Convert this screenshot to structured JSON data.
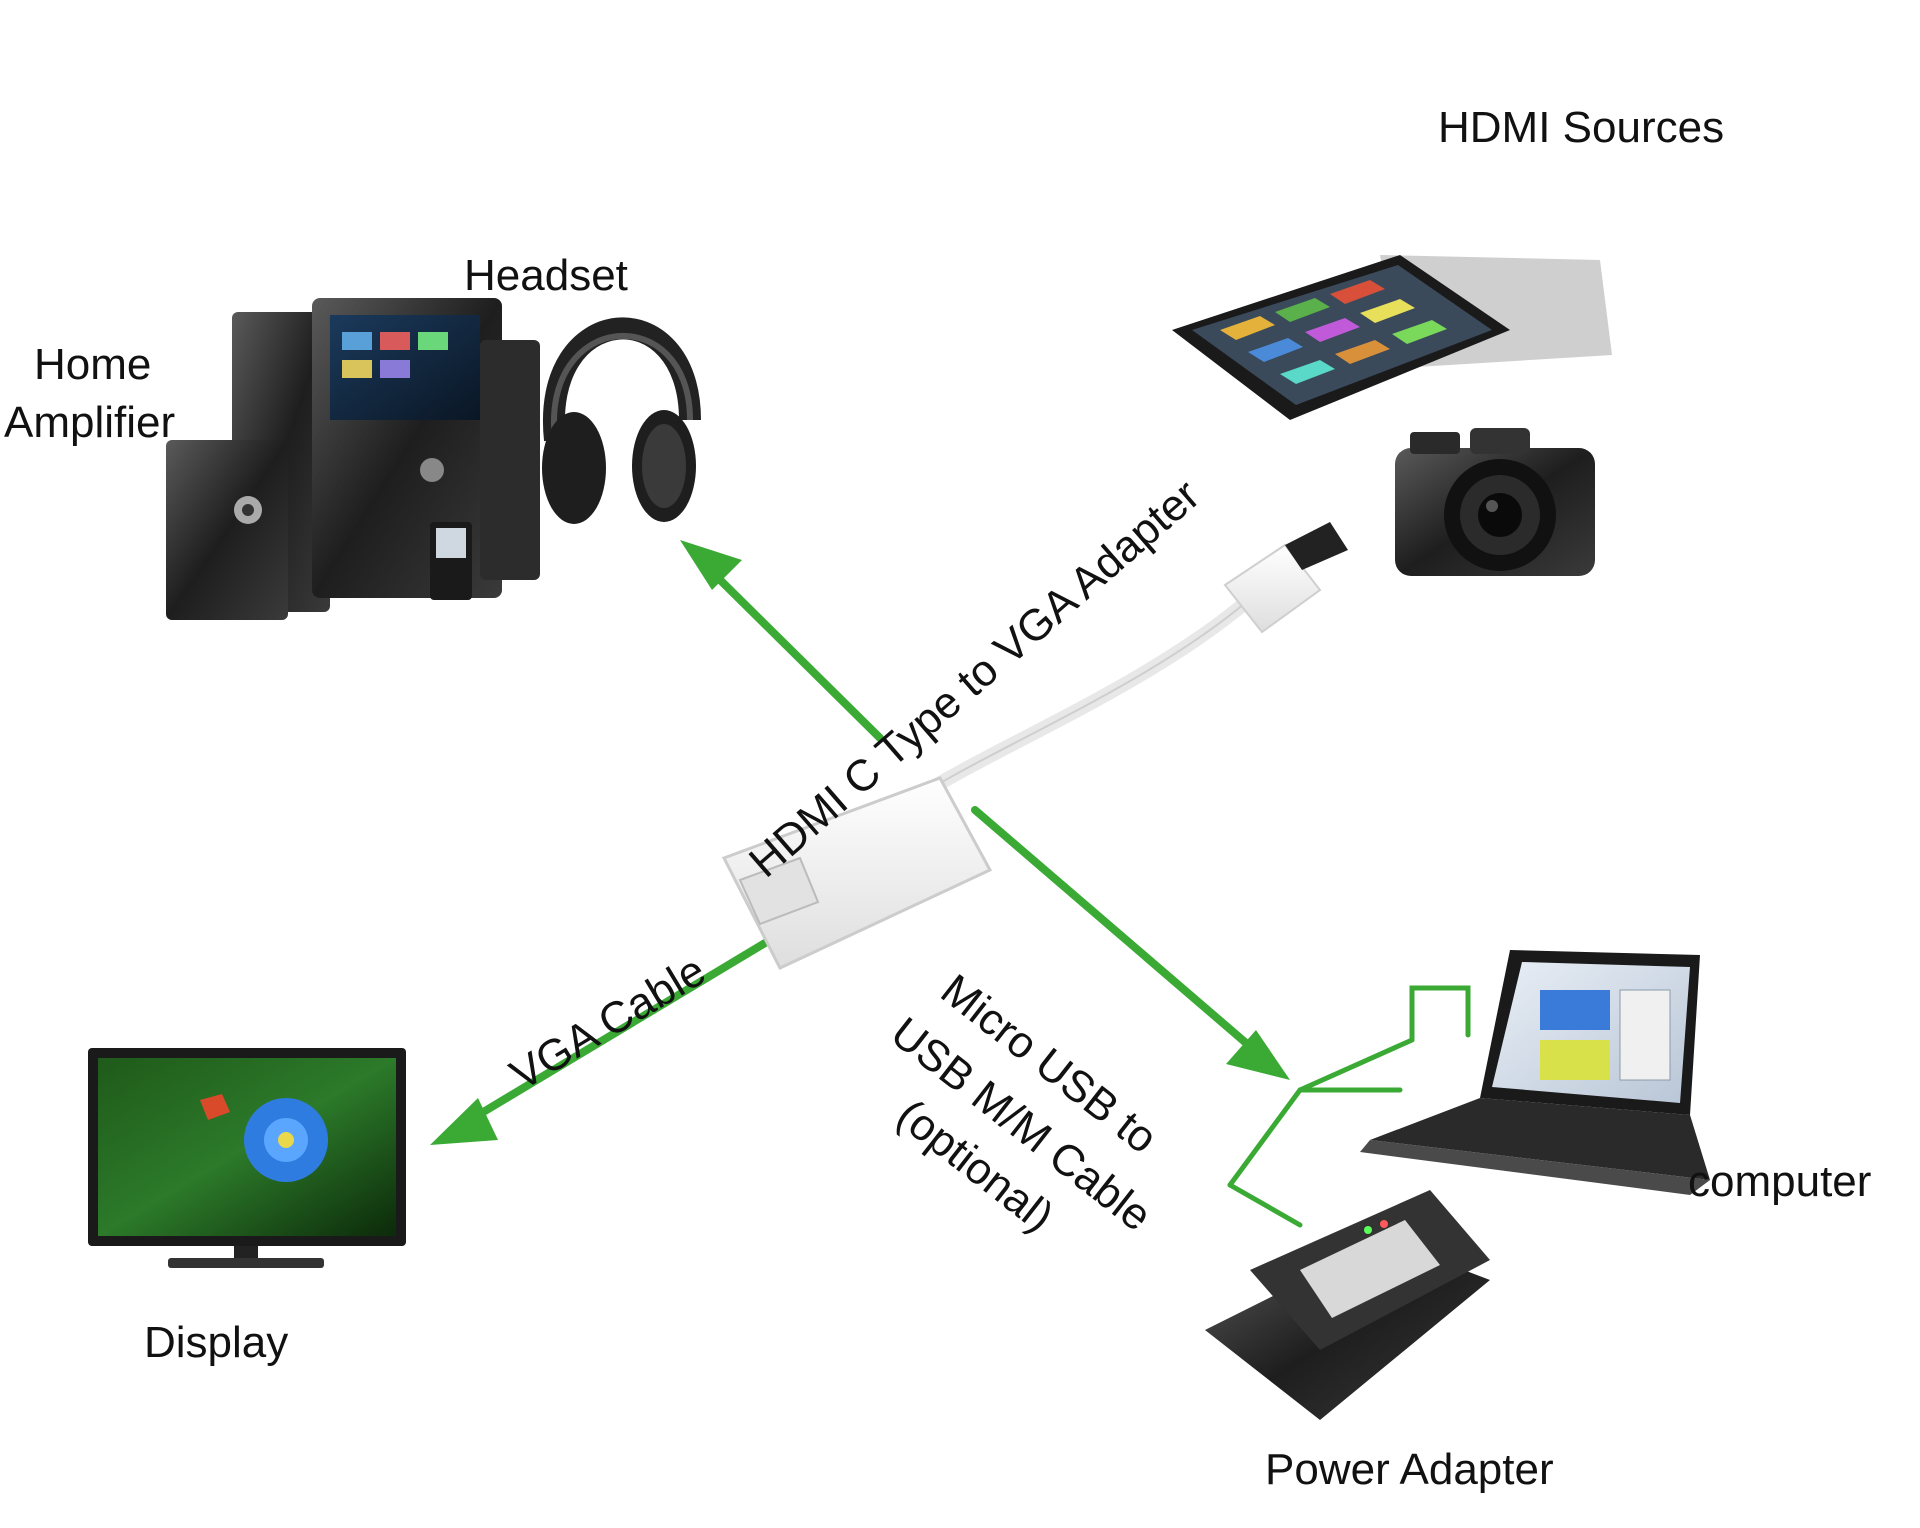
{
  "labels": {
    "hdmi_sources": "HDMI Sources",
    "headset": "Headset",
    "home_amplifier_line1": "Home",
    "home_amplifier_line2": "Amplifier",
    "adapter": "HDMI C Type to VGA Adapter",
    "vga_cable": "VGA Cable",
    "micro_usb_line1": "Micro USB to",
    "micro_usb_line2": "USB M/M Cable",
    "micro_usb_line3": "(optional)",
    "display": "Display",
    "computer": "computer",
    "power_adapter": "Power Adapter"
  },
  "colors": {
    "arrow_green": "#3aaa35",
    "device_dark": "#2a2a2a",
    "adapter_white": "#f4f4f4"
  },
  "icons": [
    "speaker-system-icon",
    "headphones-icon",
    "tablet-icon",
    "camera-icon",
    "tv-display-icon",
    "laptop-icon",
    "power-adapter-icon",
    "hdmi-vga-adapter-icon"
  ]
}
